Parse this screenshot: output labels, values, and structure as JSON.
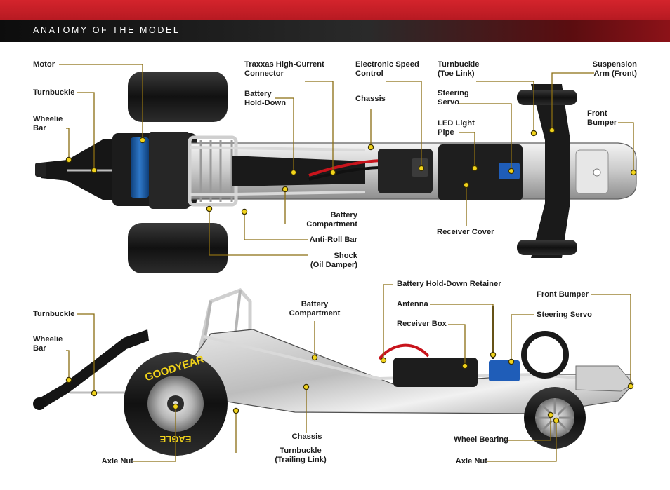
{
  "header": {
    "title": "ANATOMY OF THE MODEL"
  },
  "colors": {
    "accent_red": "#c81e25",
    "leader_gold": "#8a6d12",
    "marker_fill": "#f1d31b"
  },
  "top_view": {
    "labels": {
      "motor": "Motor",
      "turnbuckle": "Turnbuckle",
      "wheelie_bar": "Wheelie\nBar",
      "traxxas_connector": "Traxxas High-Current\nConnector",
      "battery_hold_down": "Battery\nHold-Down",
      "esc": "Electronic Speed\nControl",
      "chassis": "Chassis",
      "turnbuckle_toe_link": "Turnbuckle\n(Toe Link)",
      "steering_servo": "Steering\nServo",
      "led_light_pipe": "LED Light\nPipe",
      "suspension_arm_front": "Suspension\nArm (Front)",
      "front_bumper": "Front\nBumper",
      "battery_compartment": "Battery\nCompartment",
      "anti_roll_bar": "Anti-Roll Bar",
      "shock": "Shock\n(Oil Damper)",
      "receiver_cover": "Receiver Cover"
    }
  },
  "side_view": {
    "labels": {
      "turnbuckle": "Turnbuckle",
      "wheelie_bar": "Wheelie\nBar",
      "battery_compartment": "Battery\nCompartment",
      "battery_hold_down_retainer": "Battery Hold-Down Retainer",
      "antenna": "Antenna",
      "receiver_box": "Receiver Box",
      "front_bumper": "Front Bumper",
      "steering_servo": "Steering Servo",
      "chassis": "Chassis",
      "turnbuckle_trailing_link": "Turnbuckle\n(Trailing Link)",
      "wheel_bearing": "Wheel Bearing",
      "axle_nut_rear": "Axle Nut",
      "axle_nut_front": "Axle Nut"
    },
    "tire_brand": "GOODYEAR",
    "tire_sub_brand": "EAGLE"
  }
}
